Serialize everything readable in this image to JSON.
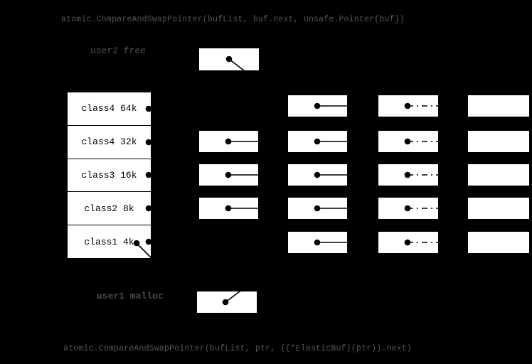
{
  "code": {
    "free_cas": "atomic.CompareAndSwapPointer(bufList, buf.next, unsafe.Pointer(buf))",
    "malloc_cas": "atomic.CompareAndSwapPointer(bufList, ptr, ((*ElasticBuf)(ptr)).next)"
  },
  "labels": {
    "user2_free": "user2 free",
    "user1_malloc": "user1 malloc"
  },
  "size_classes": [
    {
      "label": "class4 64k",
      "nodes": [
        "none",
        "solid",
        "dashdot",
        "plain"
      ]
    },
    {
      "label": "class4 32k",
      "nodes": [
        "solid",
        "solid",
        "dashdot",
        "plain"
      ]
    },
    {
      "label": "class3 16k",
      "nodes": [
        "solid",
        "solid",
        "dashdot",
        "plain"
      ]
    },
    {
      "label": "class2 8k",
      "nodes": [
        "solid",
        "solid",
        "dashdot",
        "plain"
      ]
    },
    {
      "label": "class1 4k",
      "nodes": [
        "none",
        "solid",
        "dashdot",
        "plain"
      ]
    }
  ],
  "icons": {
    "pointer_dot": "filled-black-circle",
    "solid_link": "solid-line-pointer",
    "dashdot_link": "dash-dot-line-pointer"
  },
  "colors": {
    "background": "#000000",
    "node_fill": "#ffffff",
    "ink": "#000000",
    "code_text": "#565656",
    "label_text": "#525252"
  }
}
